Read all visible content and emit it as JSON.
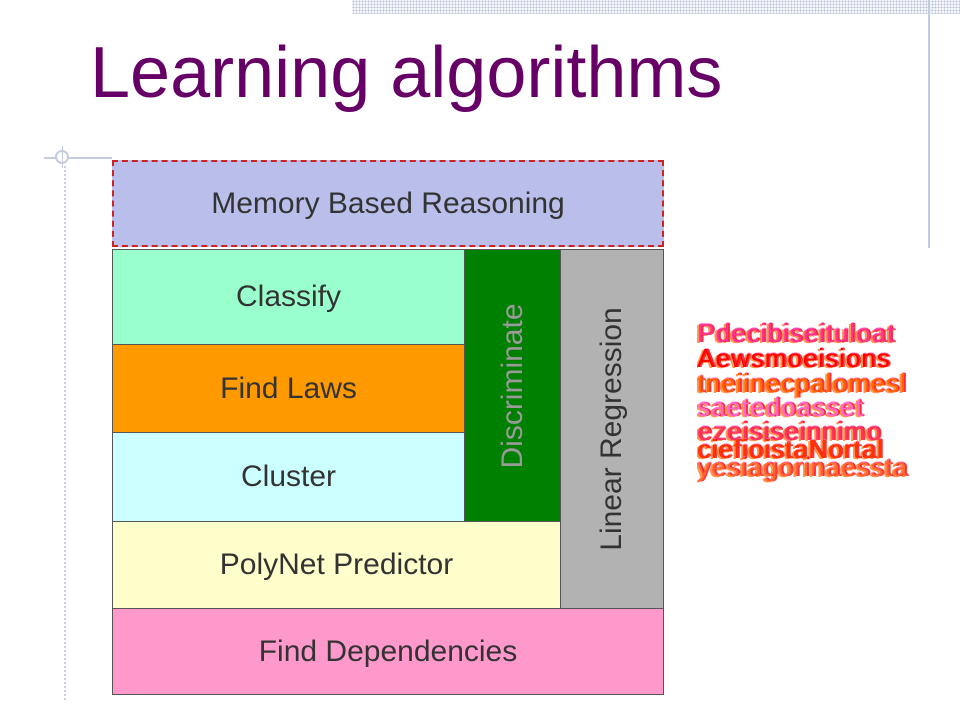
{
  "slide": {
    "title": "Learning algorithms"
  },
  "diagram": {
    "memory_based_reasoning": {
      "label": "Memory Based Reasoning",
      "color": "#B9BFEA"
    },
    "classify": {
      "label": "Classify",
      "color": "#99FFCC"
    },
    "find_laws": {
      "label": "Find Laws",
      "color": "#FF9900"
    },
    "cluster": {
      "label": "Cluster",
      "color": "#CCFFFF"
    },
    "discriminate": {
      "label": "Discriminate",
      "color": "#008000"
    },
    "linear_regression": {
      "label": "Linear Regression",
      "color": "#B2B2B2"
    },
    "polynet_predictor": {
      "label": "PolyNet Predictor",
      "color": "#FFFFCC"
    },
    "find_dependencies": {
      "label": "Find Dependencies",
      "color": "#FF99CC"
    }
  },
  "side_notes": {
    "lines": [
      "Pdecibiseituloat",
      "Aewsmoeisions",
      "tneiinecpalomesl",
      "saetedoasset",
      "ezeisiseinnimo",
      "ciefioistaNortal",
      "yesiagorinaessta"
    ],
    "colors": [
      "#FF3399",
      "#FF0000",
      "#FF6600",
      "#FF66CC",
      "#FF3366",
      "#FF3300",
      "#FF6633"
    ]
  },
  "theme": {
    "title_color": "#660066",
    "highlight_border_color": "#CC2222"
  }
}
